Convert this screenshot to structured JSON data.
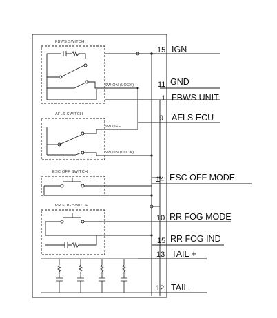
{
  "switches": {
    "fbws": "FBWS SWITCH",
    "afls": "AFLS SWITCH",
    "esc": "ESC OFF SWITCH",
    "rrfog": "RR FOG SWITCH"
  },
  "contacts": {
    "fbws_on_lock": "SW ON (LOCK)",
    "afls_off": "SW OFF",
    "afls_on_lock": "SW ON (LOCK)"
  },
  "pins": [
    {
      "pin": "15",
      "signal": "IGN"
    },
    {
      "pin": "11",
      "signal": "GND"
    },
    {
      "pin": "1",
      "signal": "FBWS UNIT"
    },
    {
      "pin": "9",
      "signal": "AFLS ECU"
    },
    {
      "pin": "14",
      "signal": "ESC OFF MODE"
    },
    {
      "pin": "10",
      "signal": "RR FOG MODE"
    },
    {
      "pin": "15",
      "signal": "RR FOG IND"
    },
    {
      "pin": "13",
      "signal": "TAIL +"
    },
    {
      "pin": "12",
      "signal": "TAIL -"
    }
  ]
}
